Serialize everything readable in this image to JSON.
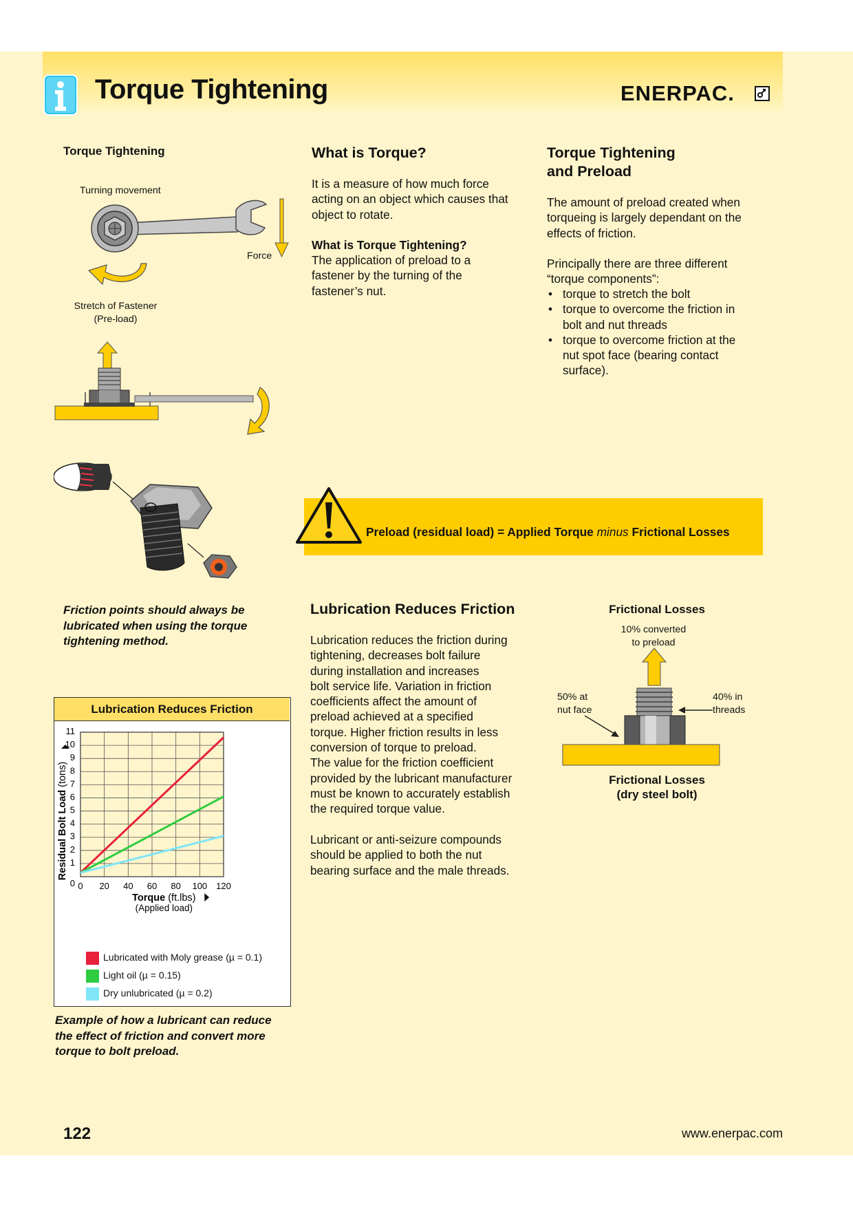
{
  "header": {
    "title": "Torque Tightening",
    "brand": "ENERPAC."
  },
  "left_column": {
    "diagram_title": "Torque Tightening",
    "turning_label": "Turning movement",
    "force_label": "Force",
    "stretch_label_line1": "Stretch of Fastener",
    "stretch_label_line2": "(Pre-load)",
    "friction_caption": [
      "Friction points should always be",
      "lubricated when using the torque",
      "tightening method."
    ],
    "chart_caption": [
      "Example of how a lubricant can reduce",
      "the effect of friction and convert more",
      "torque to bolt preload."
    ]
  },
  "what_is_torque": {
    "heading": "What is Torque?",
    "body": [
      "It is a measure of how much force",
      "acting on an object which causes that",
      "object to rotate."
    ],
    "subheading": "What is Torque Tightening?",
    "sub_body": [
      "The application of preload to a",
      "fastener by the turning of the",
      "fastener’s nut."
    ]
  },
  "preload_section": {
    "heading_line1": "Torque Tightening",
    "heading_line2": "and Preload",
    "para1": [
      "The amount of preload created when",
      "torqueing is largely dependant on the",
      "effects of friction."
    ],
    "para2": [
      "Principally there are three different",
      "“torque components”:"
    ],
    "bullets": [
      [
        "torque to stretch the bolt"
      ],
      [
        "torque to overcome the friction in",
        "bolt and nut threads"
      ],
      [
        "torque to overcome friction at the",
        "nut spot face (bearing contact",
        "surface)."
      ]
    ]
  },
  "warning": {
    "part1": "Preload (residual load) = Applied Torque ",
    "part2": "minus",
    "part3": " Frictional Losses"
  },
  "lubrication": {
    "heading": "Lubrication Reduces Friction",
    "para1": [
      "Lubrication reduces the friction during",
      "tightening, decreases bolt failure",
      "during installation and increases",
      "bolt service life. Variation in friction",
      "coefficients affect the amount of",
      "preload achieved at a specified",
      "torque. Higher friction results in less",
      "conversion of torque to preload.",
      "The value for the friction coefficient",
      "provided by the lubricant manufacturer",
      "must be known to accurately establish",
      "the required torque value."
    ],
    "para2": [
      "Lubricant or anti-seizure compounds",
      "should be applied to both the nut",
      "bearing surface and the male threads."
    ]
  },
  "frictional_losses": {
    "title": "Frictional Losses",
    "preload_label_line1": "10% converted",
    "preload_label_line2": "to preload",
    "nut_face_line1": "50% at",
    "nut_face_line2": "nut face",
    "threads_line1": "40% in",
    "threads_line2": "threads",
    "caption_line1": "Frictional Losses",
    "caption_line2": "(dry steel bolt)"
  },
  "chart_data": {
    "type": "line",
    "title": "Lubrication Reduces Friction",
    "ylabel_bold": "Residual Bolt Load",
    "ylabel_unit": " (tons)",
    "xlabel_bold": "Torque",
    "xlabel_unit": " (ft.lbs)",
    "xlabel_sub": "(Applied load)",
    "x_ticks": [
      0,
      20,
      40,
      60,
      80,
      100,
      120
    ],
    "y_ticks": [
      0,
      1,
      2,
      3,
      4,
      5,
      6,
      7,
      8,
      9,
      10,
      11
    ],
    "xlim": [
      0,
      120
    ],
    "ylim": [
      0,
      11
    ],
    "grid": true,
    "series": [
      {
        "name": "Lubricated with Moly grease (µ = 0.1)",
        "color": "#e8203c",
        "x": [
          0,
          120
        ],
        "y": [
          0.3,
          10.6
        ]
      },
      {
        "name": "Light oil (µ = 0.15)",
        "color": "#2ecc40",
        "x": [
          0,
          120
        ],
        "y": [
          0.3,
          6.1
        ]
      },
      {
        "name": "Dry unlubricated (µ = 0.2)",
        "color": "#7fe6f7",
        "x": [
          0,
          120
        ],
        "y": [
          0.3,
          3.1
        ]
      }
    ]
  },
  "footer": {
    "page_number": "122",
    "url": "www.enerpac.com"
  }
}
